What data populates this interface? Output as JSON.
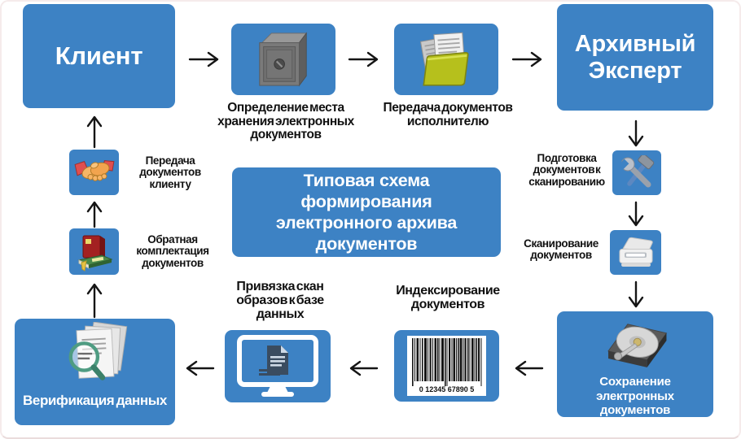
{
  "colors": {
    "box_blue": "#3d82c4",
    "label_text": "#111111",
    "box_text": "#ffffff",
    "arrow": "#151515",
    "folder_green": "#b6c01c",
    "barcode_bg": "#ffffff"
  },
  "title_box": {
    "text": "Типовая схема\nформирования\nэлектронного архива\nдокументов"
  },
  "nodes": {
    "client": {
      "label": "Клиент"
    },
    "define_storage": {
      "label": "Определение места\nхранения электронных\nдокументов"
    },
    "transfer_executor": {
      "label": "Передача документов\nисполнителю"
    },
    "archive_expert": {
      "label": "Архивный\nЭксперт"
    },
    "prepare_scanning": {
      "label": "Подготовка\nдокументов к\nсканированию"
    },
    "scanning": {
      "label": "Сканирование\nдокументов"
    },
    "saving": {
      "label": "Сохранение\nэлектронных\nдокументов"
    },
    "indexing": {
      "label": "Индексирование\nдокументов",
      "barcode_digits": "0 12345 67890 5"
    },
    "linking": {
      "label": "Привязка скан\nобразов к базе\nданных"
    },
    "verification": {
      "label": "Верификация данных"
    },
    "reassembly": {
      "label": "Обратная\nкомплектация\nдокументов"
    },
    "handover": {
      "label": "Передача\nдокументов\nклиенту"
    }
  },
  "icons": {
    "safe_icon": "metal safe",
    "folder_icon": "open folder with documents",
    "tools_icon": "hammer and wrench",
    "scanner_icon": "flatbed scanner",
    "hdd_icon": "hard disk drive",
    "barcode_icon": "barcode",
    "monitor_icon": "monitor with document",
    "verify_icon": "documents with magnifying glass",
    "books_icon": "stacked books",
    "handshake_icon": "handshake"
  }
}
